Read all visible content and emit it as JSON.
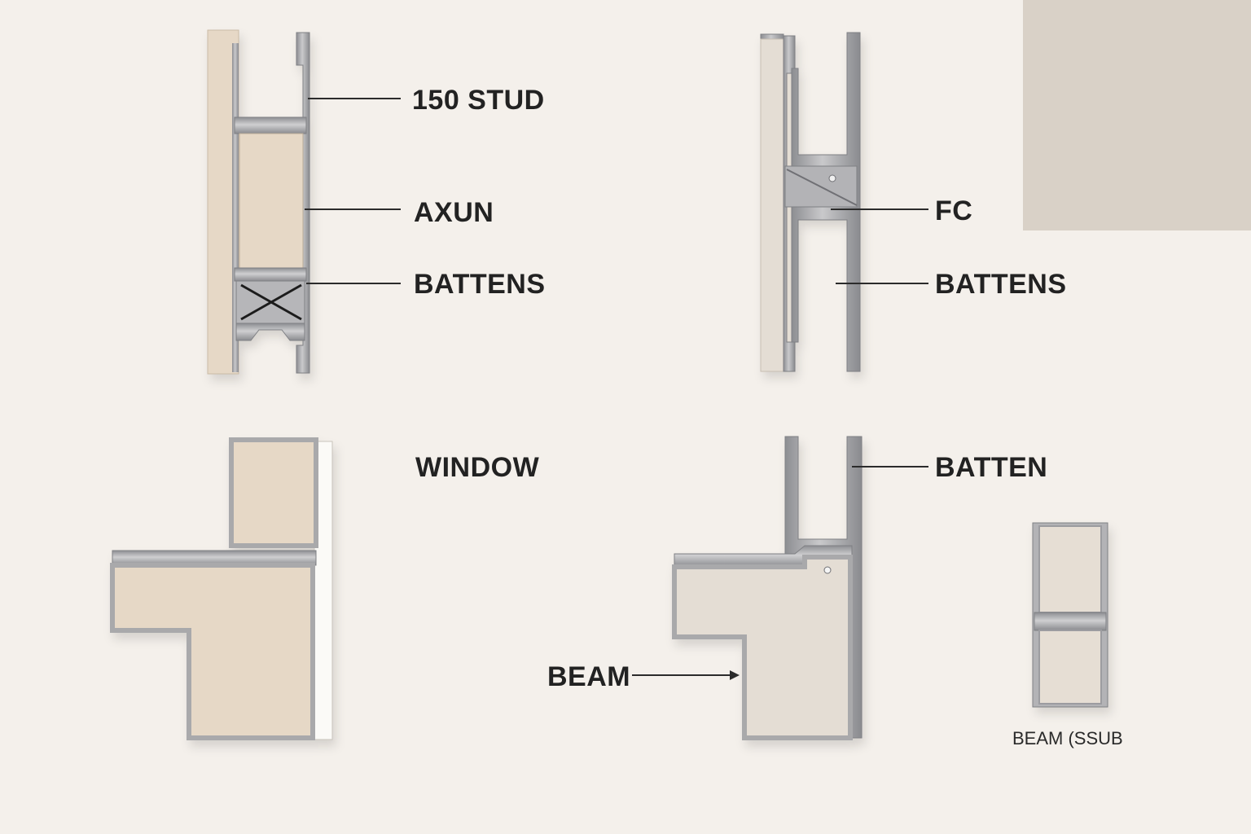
{
  "labels": {
    "stud": "150 STUD",
    "axun": "AXUN",
    "battens_left": "BATTENS",
    "fc": "FC",
    "battens_right": "BATTENS",
    "window": "WINDOW",
    "batten": "BATTEN",
    "beam": "BEAM",
    "beam_sub": "BEAM (SSUB"
  },
  "colors": {
    "background": "#f4f0eb",
    "board_beige": "#e6d8c6",
    "board_grey": "#e4ddd4",
    "steel": "#a9a9ab",
    "steel_dark": "#7f8084",
    "leader_line": "#2b2b2b",
    "swatch": "#d9d1c7"
  }
}
